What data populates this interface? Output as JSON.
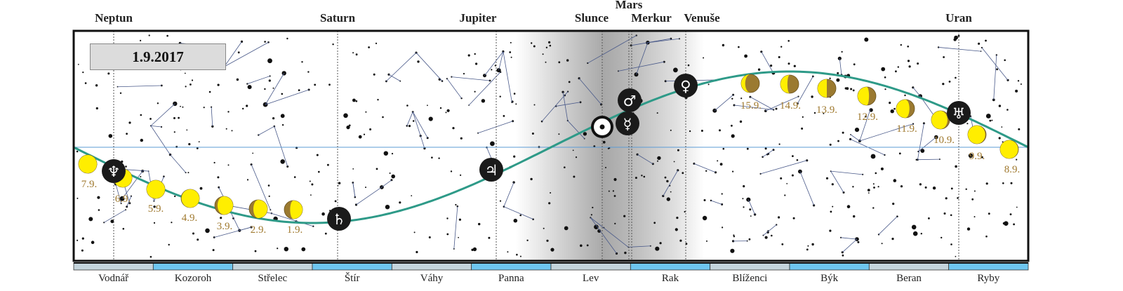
{
  "date": "1.9.2017",
  "colors": {
    "ecliptic": "#2e9a88",
    "equator": "#5b9bd5",
    "moon_lit": "#ffee00",
    "moon_dark": "#9b7a30",
    "label": "#a07a30",
    "zodiac_a": "#c4d4dc",
    "zodiac_b": "#6ec6f0"
  },
  "planets": [
    {
      "name": "Neptun",
      "symbol": "♆",
      "icon": "neptune-icon"
    },
    {
      "name": "Saturn",
      "symbol": "♄",
      "icon": "saturn-icon"
    },
    {
      "name": "Jupiter",
      "symbol": "♃",
      "icon": "jupiter-icon"
    },
    {
      "name": "Slunce",
      "symbol": "☉",
      "icon": "sun-icon"
    },
    {
      "name": "Mars",
      "symbol": "♂",
      "icon": "mars-icon"
    },
    {
      "name": "Merkur",
      "symbol": "☿",
      "icon": "mercury-icon"
    },
    {
      "name": "Venuše",
      "symbol": "♀",
      "icon": "venus-icon"
    },
    {
      "name": "Uran",
      "symbol": "♅",
      "icon": "uranus-icon"
    }
  ],
  "moon_phases": [
    {
      "label": "1.9.",
      "illuminated": 0.68,
      "lit_side": "right"
    },
    {
      "label": "2.9.",
      "illuminated": 0.77,
      "lit_side": "right"
    },
    {
      "label": "3.9.",
      "illuminated": 0.85,
      "lit_side": "right"
    },
    {
      "label": "4.9.",
      "illuminated": 0.98,
      "lit_side": "right"
    },
    {
      "label": "5.9.",
      "illuminated": 1.0,
      "lit_side": "right"
    },
    {
      "label": "6.9.",
      "illuminated": 1.0,
      "lit_side": "left"
    },
    {
      "label": "7.9.",
      "illuminated": 1.0,
      "lit_side": "left"
    },
    {
      "label": "8.9.",
      "illuminated": 0.98,
      "lit_side": "left"
    },
    {
      "label": "9.9.",
      "illuminated": 0.95,
      "lit_side": "left"
    },
    {
      "label": "10.9.",
      "illuminated": 0.88,
      "lit_side": "left"
    },
    {
      "label": "11.9.",
      "illuminated": 0.72,
      "lit_side": "left"
    },
    {
      "label": "12.9.",
      "illuminated": 0.62,
      "lit_side": "left"
    },
    {
      "label": "13.9.",
      "illuminated": 0.5,
      "lit_side": "left"
    },
    {
      "label": "14.9.",
      "illuminated": 0.38,
      "lit_side": "left"
    },
    {
      "label": "15.9.",
      "illuminated": 0.22,
      "lit_side": "left"
    }
  ],
  "zodiac": [
    "Vodnář",
    "Kozoroh",
    "Střelec",
    "Štír",
    "Váhy",
    "Panna",
    "Lev",
    "Rak",
    "Blíženci",
    "Býk",
    "Beran",
    "Ryby"
  ]
}
